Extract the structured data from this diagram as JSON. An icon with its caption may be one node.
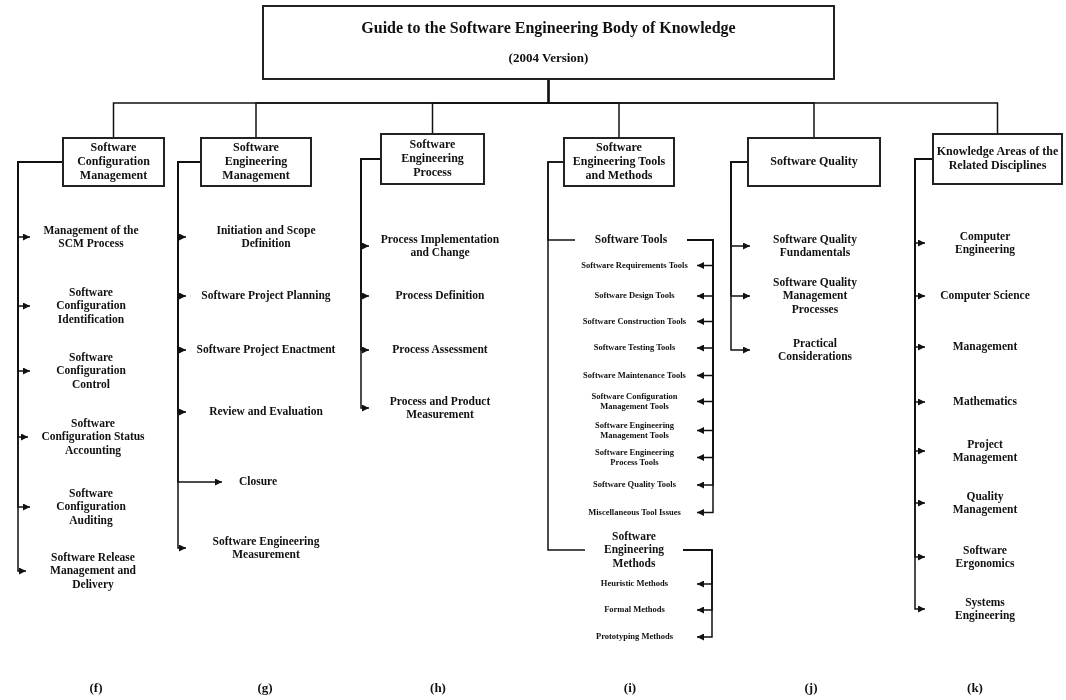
{
  "diagram": {
    "nodes": [
      {
        "text": [
          "Guide to the Software Engineering Body of Knowledge",
          "(2004 Version)"
        ]
      },
      {
        "text": [
          "Software Configuration Management"
        ]
      },
      {
        "text": [
          "Management of the SCM Process"
        ]
      },
      {
        "text": [
          "Software Configuration Identification"
        ]
      },
      {
        "text": [
          "Software Configuration Control"
        ]
      },
      {
        "text": [
          "Software Configuration Status Accounting"
        ]
      },
      {
        "text": [
          "Software Configuration Auditing"
        ]
      },
      {
        "text": [
          "Software Release Management and Delivery"
        ]
      },
      {
        "text": [
          "Software Engineering Management"
        ]
      },
      {
        "text": [
          "Initiation and Scope Definition"
        ]
      },
      {
        "text": [
          "Software Project Planning"
        ]
      },
      {
        "text": [
          "Software Project Enactment"
        ]
      },
      {
        "text": [
          "Review and Evaluation"
        ]
      },
      {
        "text": [
          "Closure"
        ]
      },
      {
        "text": [
          "Software Engineering Measurement"
        ]
      },
      {
        "text": [
          "Software Engineering Process"
        ]
      },
      {
        "text": [
          "Process Implementation and Change"
        ]
      },
      {
        "text": [
          "Process Definition"
        ]
      },
      {
        "text": [
          "Process Assessment"
        ]
      },
      {
        "text": [
          "Process and Product Measurement"
        ]
      },
      {
        "text": [
          "Software Engineering Tools and Methods"
        ]
      },
      {
        "text": [
          "Software Tools"
        ]
      },
      {
        "text": [
          "Software Requirements Tools"
        ]
      },
      {
        "text": [
          "Software Design Tools"
        ]
      },
      {
        "text": [
          "Software Construction Tools"
        ]
      },
      {
        "text": [
          "Software Testing Tools"
        ]
      },
      {
        "text": [
          "Software Maintenance Tools"
        ]
      },
      {
        "text": [
          "Software Configuration Management Tools"
        ]
      },
      {
        "text": [
          "Software Engineering Management Tools"
        ]
      },
      {
        "text": [
          "Software Engineering Process Tools"
        ]
      },
      {
        "text": [
          "Software Quality Tools"
        ]
      },
      {
        "text": [
          "Miscellaneous Tool Issues"
        ]
      },
      {
        "text": [
          "Software Engineering Methods"
        ]
      },
      {
        "text": [
          "Heuristic Methods"
        ]
      },
      {
        "text": [
          "Formal Methods"
        ]
      },
      {
        "text": [
          "Prototyping Methods"
        ]
      },
      {
        "text": [
          "Software Quality"
        ]
      },
      {
        "text": [
          "Software Quality Fundamentals"
        ]
      },
      {
        "text": [
          "Software Quality Management Processes"
        ]
      },
      {
        "text": [
          "Practical Considerations"
        ]
      },
      {
        "text": [
          "Knowledge Areas of the Related Disciplines"
        ]
      },
      {
        "text": [
          "Computer Engineering"
        ]
      },
      {
        "text": [
          "Computer Science"
        ]
      },
      {
        "text": [
          "Management"
        ]
      },
      {
        "text": [
          "Mathematics"
        ]
      },
      {
        "text": [
          "Project Management"
        ]
      },
      {
        "text": [
          "Quality Management"
        ]
      },
      {
        "text": [
          "Software Ergonomics"
        ]
      },
      {
        "text": [
          "Systems Engineering"
        ]
      }
    ],
    "edges": [
      {
        "from": 0,
        "to": 1,
        "arrow": "none"
      },
      {
        "from": 0,
        "to": 8,
        "arrow": "none"
      },
      {
        "from": 0,
        "to": 15,
        "arrow": "none"
      },
      {
        "from": 0,
        "to": 20,
        "arrow": "none"
      },
      {
        "from": 0,
        "to": 36,
        "arrow": "none"
      },
      {
        "from": 0,
        "to": 40,
        "arrow": "none"
      },
      {
        "from": 1,
        "to": 2,
        "arrow": "to"
      },
      {
        "from": 1,
        "to": 3,
        "arrow": "to"
      },
      {
        "from": 1,
        "to": 4,
        "arrow": "to"
      },
      {
        "from": 1,
        "to": 5,
        "arrow": "to"
      },
      {
        "from": 1,
        "to": 6,
        "arrow": "to"
      },
      {
        "from": 1,
        "to": 7,
        "arrow": "to"
      },
      {
        "from": 8,
        "to": 9,
        "arrow": "to"
      },
      {
        "from": 8,
        "to": 10,
        "arrow": "to"
      },
      {
        "from": 8,
        "to": 11,
        "arrow": "to"
      },
      {
        "from": 8,
        "to": 12,
        "arrow": "to"
      },
      {
        "from": 8,
        "to": 13,
        "arrow": "to"
      },
      {
        "from": 8,
        "to": 14,
        "arrow": "to"
      },
      {
        "from": 15,
        "to": 16,
        "arrow": "to"
      },
      {
        "from": 15,
        "to": 17,
        "arrow": "to"
      },
      {
        "from": 15,
        "to": 18,
        "arrow": "to"
      },
      {
        "from": 15,
        "to": 19,
        "arrow": "to"
      },
      {
        "from": 20,
        "to": 21,
        "arrow": "none"
      },
      {
        "from": 20,
        "to": 32,
        "arrow": "none"
      },
      {
        "from": 21,
        "to": 22,
        "arrow": "to"
      },
      {
        "from": 21,
        "to": 23,
        "arrow": "to"
      },
      {
        "from": 21,
        "to": 24,
        "arrow": "to"
      },
      {
        "from": 21,
        "to": 25,
        "arrow": "to"
      },
      {
        "from": 21,
        "to": 26,
        "arrow": "to"
      },
      {
        "from": 21,
        "to": 27,
        "arrow": "to"
      },
      {
        "from": 21,
        "to": 28,
        "arrow": "to"
      },
      {
        "from": 21,
        "to": 29,
        "arrow": "to"
      },
      {
        "from": 21,
        "to": 30,
        "arrow": "to"
      },
      {
        "from": 21,
        "to": 31,
        "arrow": "to"
      },
      {
        "from": 32,
        "to": 33,
        "arrow": "to"
      },
      {
        "from": 32,
        "to": 34,
        "arrow": "to"
      },
      {
        "from": 32,
        "to": 35,
        "arrow": "to"
      },
      {
        "from": 36,
        "to": 37,
        "arrow": "to"
      },
      {
        "from": 36,
        "to": 38,
        "arrow": "to"
      },
      {
        "from": 36,
        "to": 39,
        "arrow": "to"
      },
      {
        "from": 40,
        "to": 41,
        "arrow": "to"
      },
      {
        "from": 40,
        "to": 42,
        "arrow": "to"
      },
      {
        "from": 40,
        "to": 43,
        "arrow": "to"
      },
      {
        "from": 40,
        "to": 44,
        "arrow": "to"
      },
      {
        "from": 40,
        "to": 45,
        "arrow": "to"
      },
      {
        "from": 40,
        "to": 46,
        "arrow": "to"
      },
      {
        "from": 40,
        "to": 47,
        "arrow": "to"
      },
      {
        "from": 40,
        "to": 48,
        "arrow": "to"
      }
    ],
    "labels": [
      "(f)",
      "(g)",
      "(h)",
      "(i)",
      "(j)",
      "(k)"
    ]
  }
}
